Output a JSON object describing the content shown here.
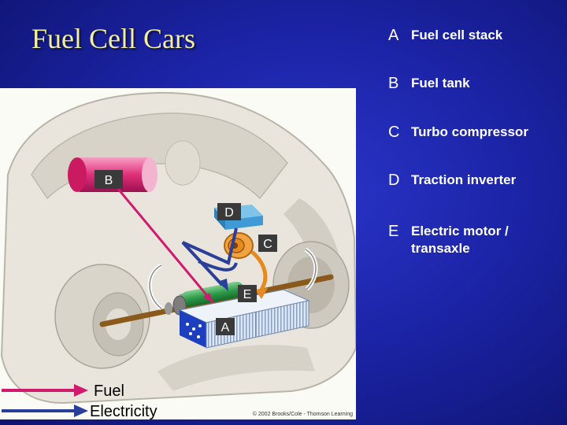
{
  "slide": {
    "title": "Fuel Cell Cars"
  },
  "legend": [
    {
      "letter": "A",
      "text": "Fuel cell stack"
    },
    {
      "letter": "B",
      "text": "Fuel tank"
    },
    {
      "letter": "C",
      "text": "Turbo compressor"
    },
    {
      "letter": "D",
      "text": "Traction inverter"
    },
    {
      "letter": "E",
      "text": "Electric motor / transaxle"
    }
  ],
  "diagram": {
    "callouts": {
      "A": "A",
      "B": "B",
      "C": "C",
      "D": "D",
      "E": "E"
    },
    "copyright": "© 2002 Brooks/Cole - Thomson Learning",
    "colors": {
      "fuel_arrow": "#d11a6e",
      "electricity_arrow": "#2a3f9a",
      "fuel_tank": "#e0307a",
      "inverter": "#3f9ad6",
      "compressor": "#e58a1f",
      "motor": "#2e9a4a",
      "stack": "#9fb8d9",
      "callout_box": "#3a3a3a"
    }
  },
  "flow_legend": {
    "fuel_label": "Fuel",
    "electricity_label": "Electricity"
  }
}
